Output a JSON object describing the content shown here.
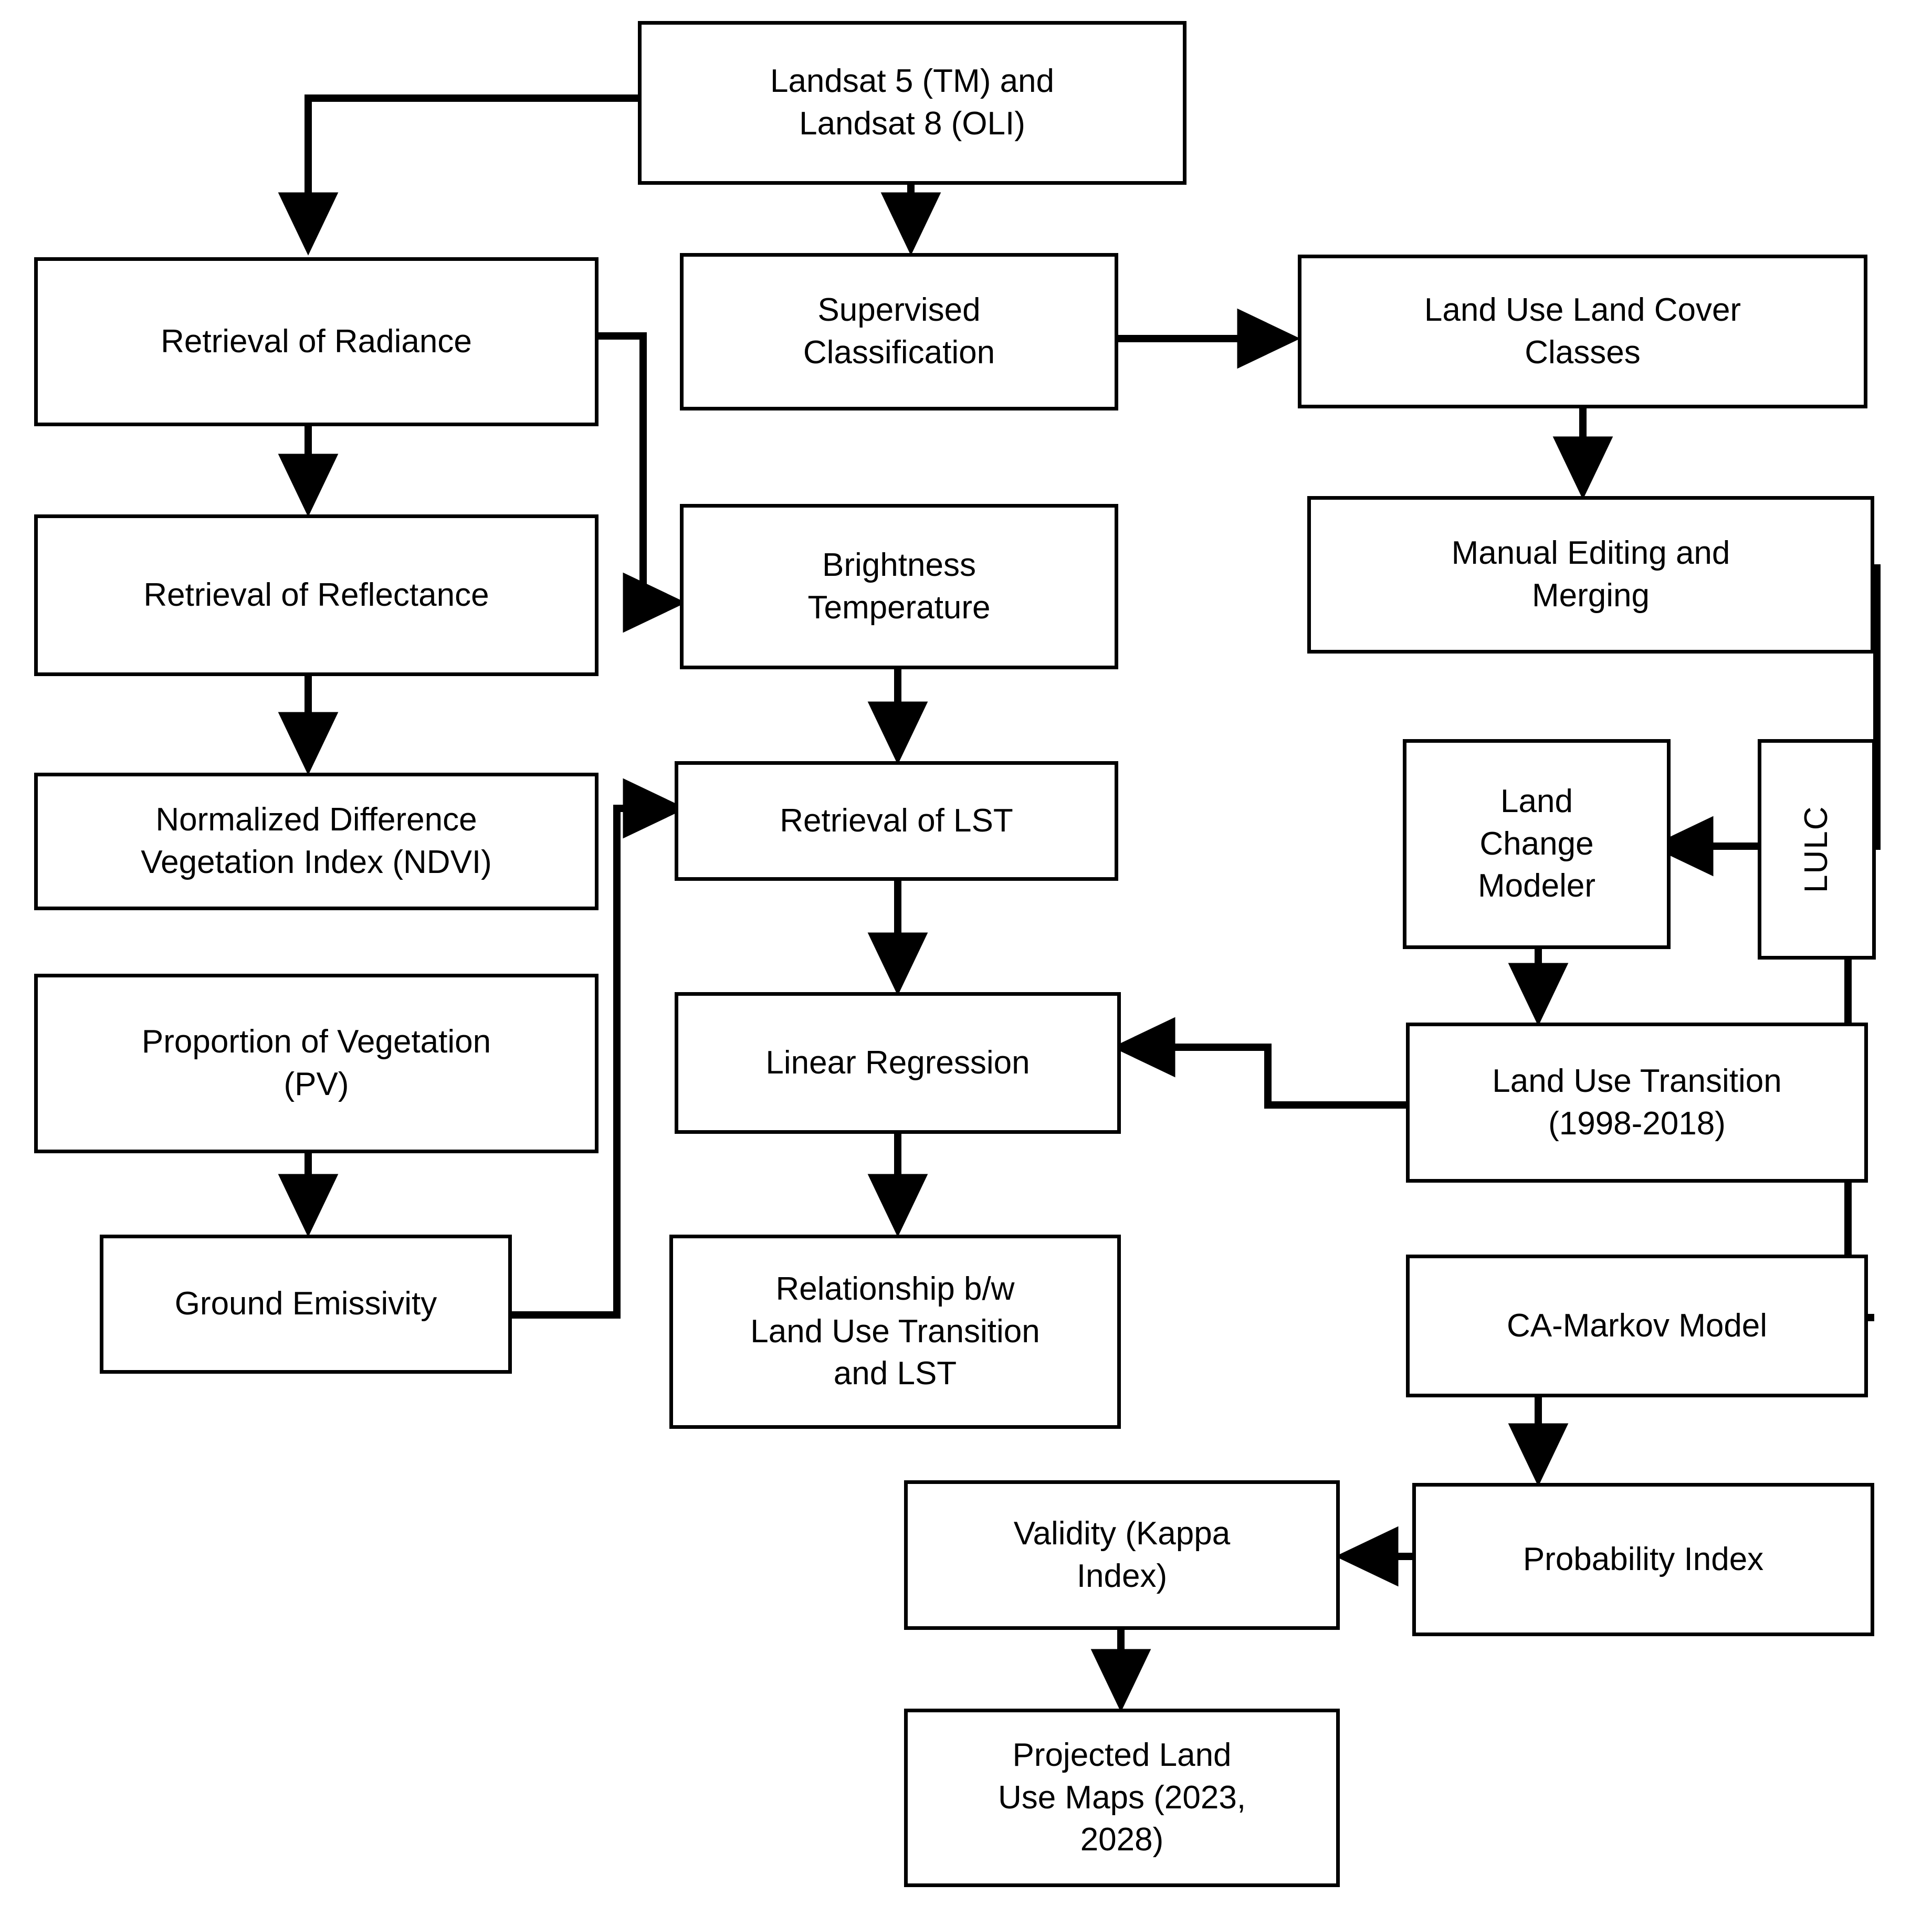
{
  "diagram": {
    "title": "LULC and LST methodology flowchart",
    "stroke_color": "#000000",
    "background_color": "#ffffff",
    "nodes": {
      "landsat_source": "Landsat 5 (TM) and\nLandsat 8 (OLI)",
      "retrieval_radiance": "Retrieval of Radiance",
      "retrieval_reflectance": "Retrieval of Reflectance",
      "ndvi": "Normalized Difference\nVegetation Index (NDVI)",
      "proportion_vegetation": "Proportion of Vegetation\n(PV)",
      "ground_emissivity": "Ground Emissivity",
      "supervised_classification": "Supervised\nClassification",
      "brightness_temperature": "Brightness\nTemperature",
      "retrieval_lst": "Retrieval of LST",
      "linear_regression": "Linear Regression",
      "relationship_lu_lst": "Relationship b/w\nLand Use Transition\nand LST",
      "lulc_classes": "Land Use Land Cover\nClasses",
      "manual_editing": "Manual Editing and\nMerging",
      "land_change_modeler": "Land\nChange\nModeler",
      "lulc_label": "LULC",
      "land_use_transition": "Land Use Transition\n(1998-2018)",
      "ca_markov": "CA-Markov Model",
      "probability_index": "Probability Index",
      "validity_kappa": "Validity (Kappa\nIndex)",
      "projected_maps": "Projected Land\nUse Maps (2023,\n2028)"
    },
    "edges": [
      {
        "from": "landsat_source",
        "to": "retrieval_radiance",
        "style": "elbow-left-down"
      },
      {
        "from": "landsat_source",
        "to": "supervised_classification",
        "style": "straight-down"
      },
      {
        "from": "retrieval_radiance",
        "to": "retrieval_reflectance",
        "style": "straight-down"
      },
      {
        "from": "retrieval_radiance",
        "to": "brightness_temperature",
        "style": "elbow-right-down"
      },
      {
        "from": "retrieval_reflectance",
        "to": "ndvi",
        "style": "straight-down"
      },
      {
        "from": "proportion_vegetation",
        "to": "ground_emissivity",
        "style": "straight-down"
      },
      {
        "from": "ground_emissivity",
        "to": "retrieval_lst",
        "style": "elbow-right-up"
      },
      {
        "from": "supervised_classification",
        "to": "lulc_classes",
        "style": "straight-right"
      },
      {
        "from": "brightness_temperature",
        "to": "retrieval_lst",
        "style": "straight-down"
      },
      {
        "from": "retrieval_lst",
        "to": "linear_regression",
        "style": "straight-down"
      },
      {
        "from": "linear_regression",
        "to": "relationship_lu_lst",
        "style": "straight-down"
      },
      {
        "from": "lulc_classes",
        "to": "manual_editing",
        "style": "straight-down"
      },
      {
        "from": "manual_editing",
        "to": "lulc_label",
        "style": "elbow-right-down-left"
      },
      {
        "from": "lulc_label",
        "to": "land_change_modeler",
        "style": "straight-left"
      },
      {
        "from": "land_change_modeler",
        "to": "land_use_transition",
        "style": "straight-down"
      },
      {
        "from": "land_use_transition",
        "to": "linear_regression",
        "style": "elbow-left-up-left"
      },
      {
        "from": "lulc_label",
        "to": "ca_markov",
        "style": "elbow-right-down-left"
      },
      {
        "from": "ca_markov",
        "to": "probability_index",
        "style": "straight-down"
      },
      {
        "from": "probability_index",
        "to": "validity_kappa",
        "style": "straight-left"
      },
      {
        "from": "validity_kappa",
        "to": "projected_maps",
        "style": "straight-down"
      }
    ]
  }
}
